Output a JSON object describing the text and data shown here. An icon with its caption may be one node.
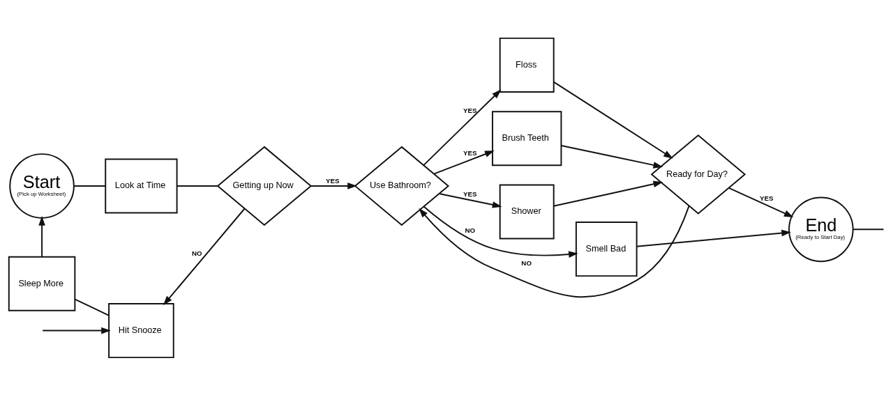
{
  "diagram": {
    "nodes": [
      {
        "text": [
          "Start",
          "(Pick up Worksheet)"
        ]
      },
      {
        "text": [
          "Look at Time"
        ]
      },
      {
        "text": [
          "Getting up Now"
        ]
      },
      {
        "text": [
          "Use Bathroom?"
        ]
      },
      {
        "text": [
          "Floss"
        ]
      },
      {
        "text": [
          "Brush Teeth"
        ]
      },
      {
        "text": [
          "Shower"
        ]
      },
      {
        "text": [
          "Ready for Day?"
        ]
      },
      {
        "text": [
          "End",
          "(Ready to Start Day)"
        ]
      },
      {
        "text": [
          "Sleep More"
        ]
      },
      {
        "text": [
          "Hit Snooze"
        ]
      },
      {
        "text": [
          "Smell Bad"
        ]
      }
    ],
    "edges": [
      {
        "from": 0,
        "to": 1,
        "arrow": "none"
      },
      {
        "from": 1,
        "to": 2,
        "arrow": "none"
      },
      {
        "from": 2,
        "to": 3,
        "arrow": "to",
        "label": "YES"
      },
      {
        "from": 2,
        "to": 10,
        "arrow": "to",
        "label": "NO"
      },
      {
        "from": 10,
        "to": 9,
        "arrow": "none"
      },
      {
        "from": 9,
        "to": 0,
        "arrow": "to"
      },
      {
        "from": 3,
        "to": 4,
        "arrow": "to",
        "label": "YES"
      },
      {
        "from": 3,
        "to": 5,
        "arrow": "to",
        "label": "YES"
      },
      {
        "from": 3,
        "to": 6,
        "arrow": "to",
        "label": "YES"
      },
      {
        "from": 3,
        "to": 11,
        "arrow": "to",
        "label": "NO"
      },
      {
        "from": 4,
        "to": 7,
        "arrow": "to"
      },
      {
        "from": 5,
        "to": 7,
        "arrow": "to"
      },
      {
        "from": 6,
        "to": 7,
        "arrow": "to"
      },
      {
        "from": 7,
        "to": 8,
        "arrow": "to",
        "label": "YES"
      },
      {
        "from": 7,
        "to": 3,
        "arrow": "to",
        "label": "NO"
      },
      {
        "from": 11,
        "to": 8,
        "arrow": "to"
      },
      {
        "from": 8,
        "to": null,
        "arrow": "none"
      },
      {
        "from": null,
        "to": 10,
        "arrow": "to"
      }
    ]
  }
}
